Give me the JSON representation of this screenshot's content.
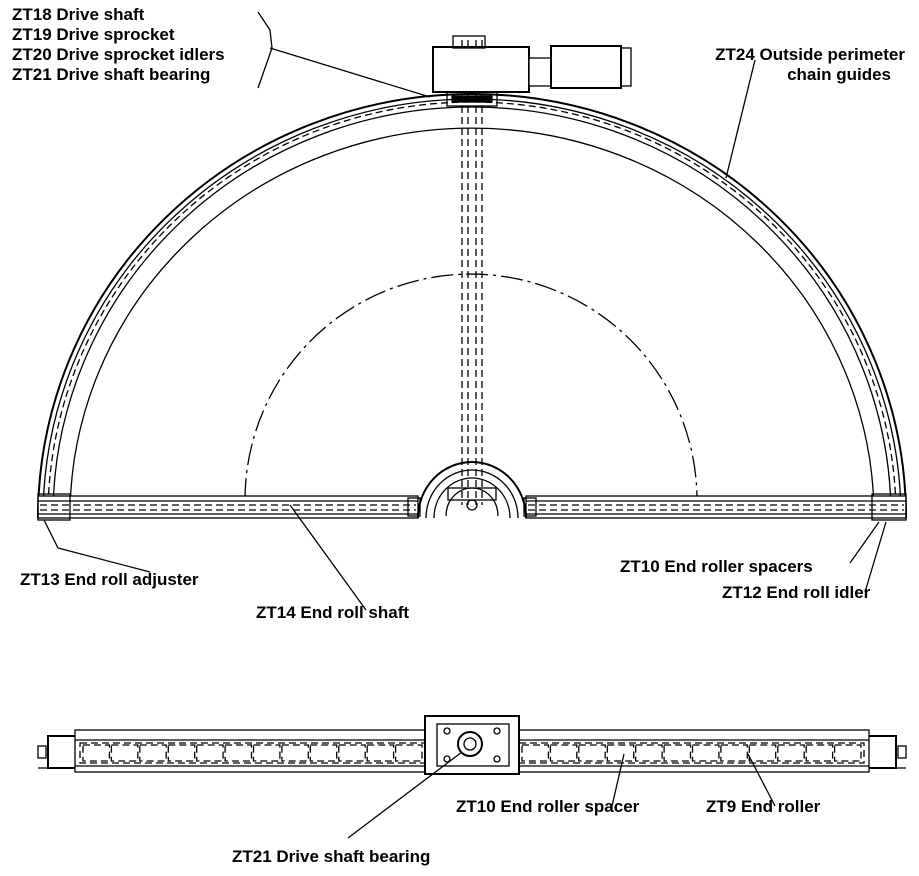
{
  "callouts": {
    "drive_group": [
      "ZT18 Drive shaft",
      "ZT19 Drive sprocket",
      "ZT20 Drive sprocket idlers",
      "ZT21 Drive shaft bearing"
    ],
    "zt24_line1": "ZT24 Outside perimeter",
    "zt24_line2": "chain guides",
    "zt13": "ZT13 End roll adjuster",
    "zt14": "ZT14 End roll shaft",
    "zt10_top": "ZT10 End roller spacers",
    "zt12": "ZT12 End roll idler",
    "zt10_bottom": "ZT10 End roller spacer",
    "zt9": "ZT9 End roller",
    "zt21_bottom": "ZT21 Drive shaft bearing"
  },
  "side_view": {
    "roller_count_per_side": 12
  },
  "colors": {
    "ink": "#000000",
    "paper": "#ffffff"
  }
}
